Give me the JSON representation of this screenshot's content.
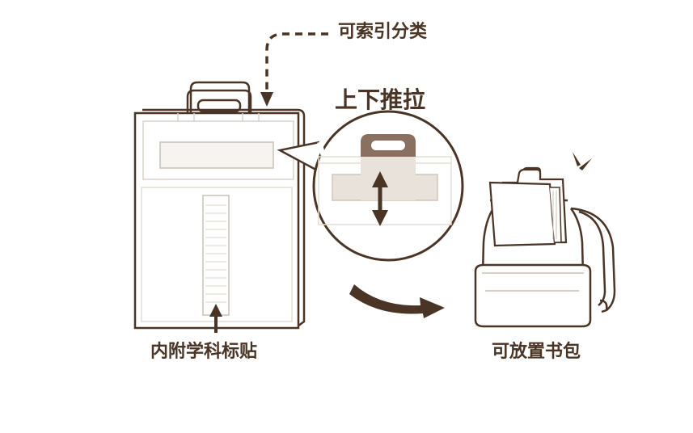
{
  "labels": {
    "index_category": "可索引分类",
    "slide_up_down": "上下推拉",
    "inner_subject_sticker": "内附学科标贴",
    "fits_in_backpack": "可放置书包"
  },
  "colors": {
    "outline": "#4a3426",
    "handle_fill": "#8a7060",
    "arrow_fill": "#4a3426",
    "tab_fill": "#e9e2da",
    "background": "#ffffff"
  },
  "icons": [
    "dashed-arrow-icon",
    "double-arrow-icon",
    "curved-arrow-icon",
    "up-arrow-icon",
    "motion-marks-icon"
  ]
}
